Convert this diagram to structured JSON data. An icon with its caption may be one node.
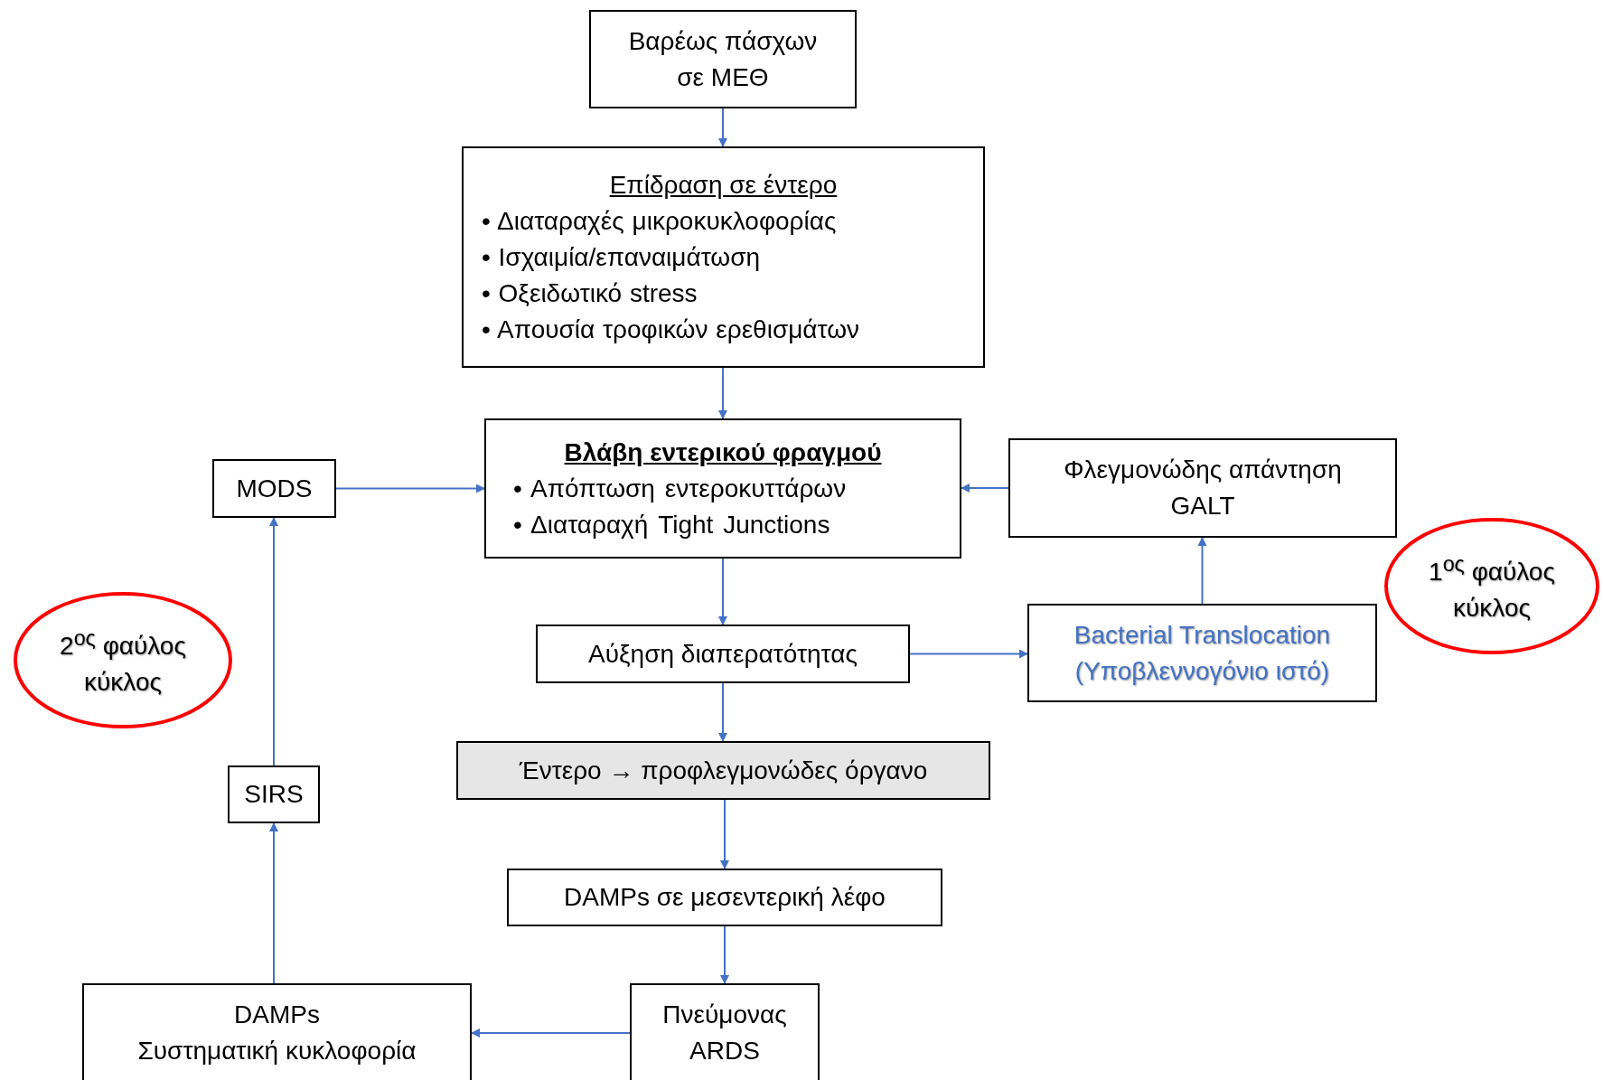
{
  "diagram": {
    "nodes": [
      {
        "text": [
          "Βαρέως πάσχων σε ΜΕΘ"
        ]
      },
      {
        "text": [
          "Επίδραση σε έντερο",
          "• Διαταραχές μικροκυκλοφορίας",
          "• Ισχαιμία/επαναιμάτωση",
          "• Οξειδωτικό stress",
          "• Απουσία τροφικών ερεθισμάτων"
        ]
      },
      {
        "text": [
          "Βλάβη εντερικού φραγμού",
          "• Απόπτωση εντεροκυττάρων",
          "• Διαταραχή Tight Junctions"
        ]
      },
      {
        "text": [
          "MODS"
        ]
      },
      {
        "text": [
          "Φλεγμονώδης απάντηση GALT"
        ]
      },
      {
        "text": [
          "Αύξηση διαπερατότητας"
        ]
      },
      {
        "text": [
          "Bacterial Translocation (Υποβλεννογόνιο ιστό)"
        ]
      },
      {
        "text": [
          "1$^{ος}$ φαύλος κύκλος"
        ]
      },
      {
        "text": [
          "2$^{ος}$ φαύλος κύκλος"
        ]
      },
      {
        "text": [
          "Έντερο → προφλεγμονώδες όργανο"
        ]
      },
      {
        "text": [
          "SIRS"
        ]
      },
      {
        "text": [
          "DAMPs σε μεσεντερική λέφο"
        ]
      },
      {
        "text": [
          "DAMPs",
          "Συστηματική κυκλοφορία"
        ]
      },
      {
        "text": [
          "Πνεύμονας ARDS"
        ]
      }
    ],
    "edges": [
      {
        "from": 0,
        "to": 1,
        "arrow": "to"
      },
      {
        "from": 1,
        "to": 2,
        "arrow": "to"
      },
      {
        "from": 3,
        "to": 2,
        "arrow": "to"
      },
      {
        "from": 4,
        "to": 2,
        "arrow": "to"
      },
      {
        "from": 2,
        "to": 5,
        "arrow": "to"
      },
      {
        "from": 5,
        "to": 6,
        "arrow": "to"
      },
      {
        "from": 6,
        "to": 4,
        "arrow": "to"
      },
      {
        "from": 5,
        "to": 9,
        "arrow": "to"
      },
      {
        "from": 9,
        "to": 11,
        "arrow": "to"
      },
      {
        "from": 11,
        "to": 13,
        "arrow": "to"
      },
      {
        "from": 13,
        "to": 12,
        "arrow": "to"
      },
      {
        "from": 12,
        "to": 10,
        "arrow": "to"
      },
      {
        "from": 10,
        "to": 3,
        "arrow": "to"
      }
    ]
  }
}
